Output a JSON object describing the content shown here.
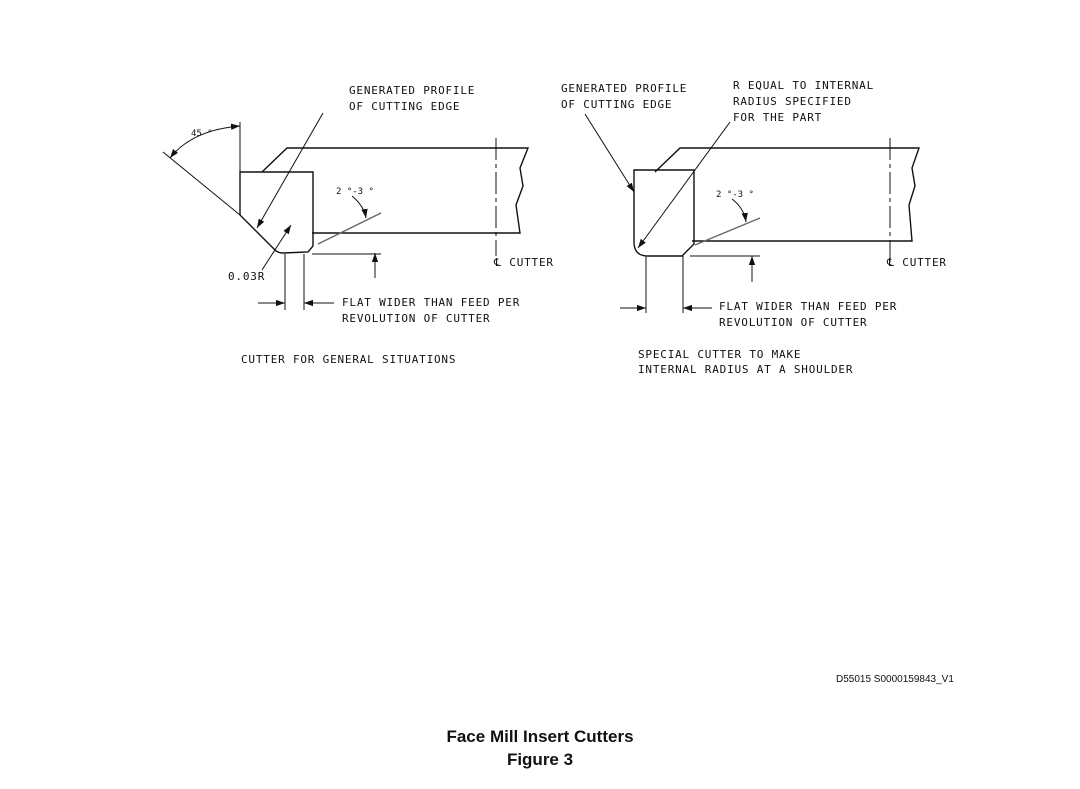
{
  "left": {
    "profile_line1": "GENERATED PROFILE",
    "profile_line2": "OF CUTTING EDGE",
    "angle45": "45 °",
    "angle_range": "2 °-3 °",
    "radius": "0.03R",
    "centerline": "℄ CUTTER",
    "flat_line1": "FLAT WIDER THAN FEED PER",
    "flat_line2": "REVOLUTION OF CUTTER",
    "caption": "CUTTER FOR GENERAL SITUATIONS"
  },
  "right": {
    "profile_line1": "GENERATED PROFILE",
    "profile_line2": "OF CUTTING EDGE",
    "r_line1": "R EQUAL TO INTERNAL",
    "r_line2": "RADIUS SPECIFIED",
    "r_line3": "FOR THE PART",
    "angle_range": "2 °-3 °",
    "centerline": "℄ CUTTER",
    "flat_line1": "FLAT WIDER THAN FEED PER",
    "flat_line2": "REVOLUTION OF CUTTER",
    "caption_line1": "SPECIAL CUTTER TO MAKE",
    "caption_line2": "INTERNAL RADIUS AT A SHOULDER"
  },
  "reference_id": "D55015 S0000159843_V1",
  "title": "Face Mill Insert Cutters",
  "figure_label": "Figure 3"
}
